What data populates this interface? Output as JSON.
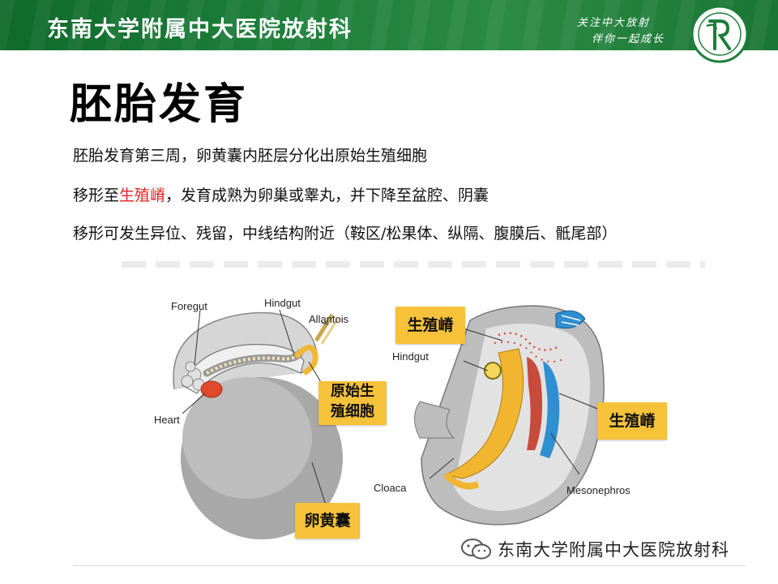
{
  "header": {
    "title": "东南大学附属中大医院放射科",
    "slogan_line1": "关注中大放射",
    "slogan_line2": "伴你一起成长"
  },
  "slide": {
    "title": "胚胎发育",
    "line1": "胚胎发育第三周，卵黄囊内胚层分化出原始生殖细胞",
    "line2_pre": "移形至",
    "line2_red": "生殖嵴",
    "line2_post": "，发育成熟为卵巢或睾丸，并下降至盆腔、阴囊",
    "line3": "移形可发生异位、残留，中线结构附近（鞍区/松果体、纵隔、腹膜后、骶尾部）"
  },
  "figure_left": {
    "foregut": "Foregut",
    "hindgut": "Hindgut",
    "allantois": "Allantois",
    "heart": "Heart",
    "tag_pgc": "原始生\n殖细胞",
    "tag_yolk": "卵黄囊"
  },
  "figure_right": {
    "tag_ridge_top": "生殖嵴",
    "tag_ridge_right": "生殖嵴",
    "hindgut": "Hindgut",
    "cloaca": "Cloaca",
    "mesonephros": "Mesonephros"
  },
  "footer": {
    "text": "东南大学附属中大医院放射科"
  },
  "colors": {
    "banner_green": "#1d7e3a",
    "highlight_red": "#e02020",
    "tag_yellow": "#f6c23a"
  }
}
